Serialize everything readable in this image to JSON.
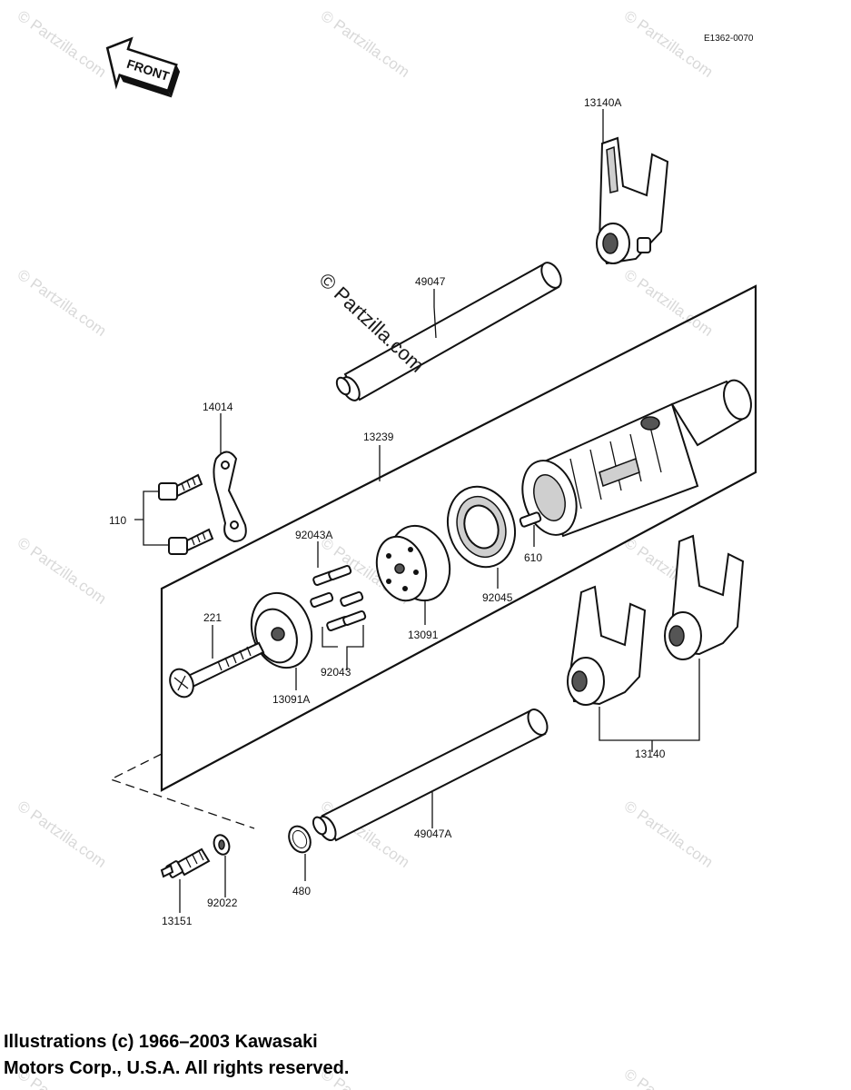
{
  "diagram": {
    "ref_code": "E1362-0070",
    "front_label": "FRONT",
    "watermark_center": "© Partzilla.com",
    "watermark_tile": "© Partzilla.com",
    "parts": {
      "p13140A": "13140A",
      "p49047": "49047",
      "p14014": "14014",
      "p13239": "13239",
      "p110": "110",
      "p92043A": "92043A",
      "p610": "610",
      "p221": "221",
      "p92045": "92045",
      "p13091": "13091",
      "p92043": "92043",
      "p13091A": "13091A",
      "p13140": "13140",
      "p49047A": "49047A",
      "p480": "480",
      "p92022": "92022",
      "p13151": "13151"
    }
  },
  "footer": {
    "line1": "Illustrations (c) 1966–2003 Kawasaki",
    "line2": "Motors Corp., U.S.A.  All rights reserved."
  }
}
